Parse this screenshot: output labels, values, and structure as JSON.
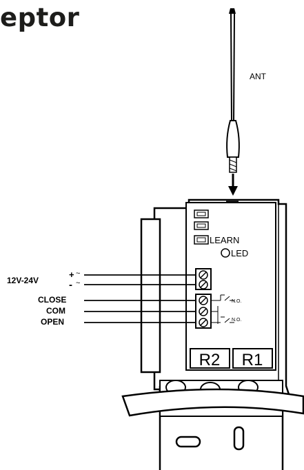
{
  "title": "eptor",
  "antenna_label": "ANT",
  "led_panel": {
    "learn_label": "LEARN",
    "led_label": "LED"
  },
  "power_label": "12V-24V",
  "power_symbols": {
    "plus": "+",
    "minus": "-",
    "ac": "~"
  },
  "wire_labels": {
    "close": "CLOSE",
    "com": "COM",
    "open": "OPEN"
  },
  "contact_labels": [
    "N.O.",
    "N.O."
  ],
  "relay_labels": {
    "r2": "R2",
    "r1": "R1"
  }
}
